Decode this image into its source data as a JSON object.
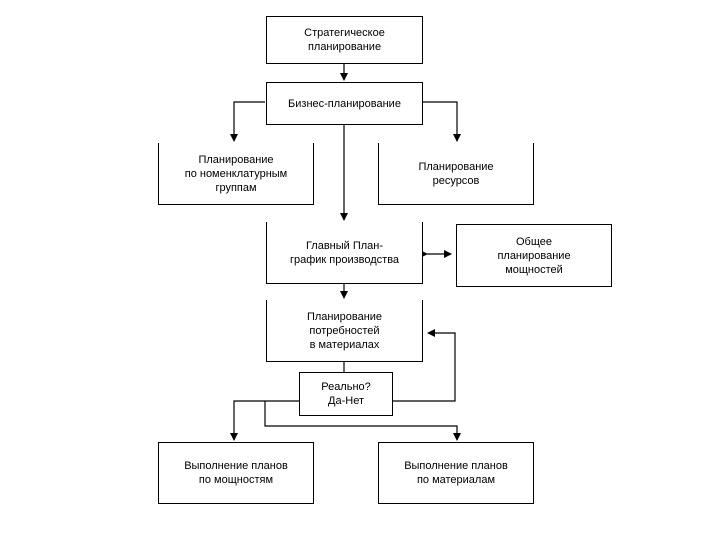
{
  "diagram": {
    "nodes": {
      "strategic": "Стратегическое\nпланирование",
      "business": "Бизнес-планирование",
      "nomenclature": "Планирование\nпо номенклатурным\nгруппам",
      "resources": "Планирование\nресурсов",
      "master": "Главный План-\nграфик производства",
      "capacity": "Общее\nпланирование\nмощностей",
      "materials_need": "Планирование\nпотребностей\nв материалах",
      "realistic": "Реально?\nДа-Нет",
      "exec_capacity": "Выполнение планов\nпо мощностям",
      "exec_materials": "Выполнение планов\nпо материалам"
    }
  }
}
